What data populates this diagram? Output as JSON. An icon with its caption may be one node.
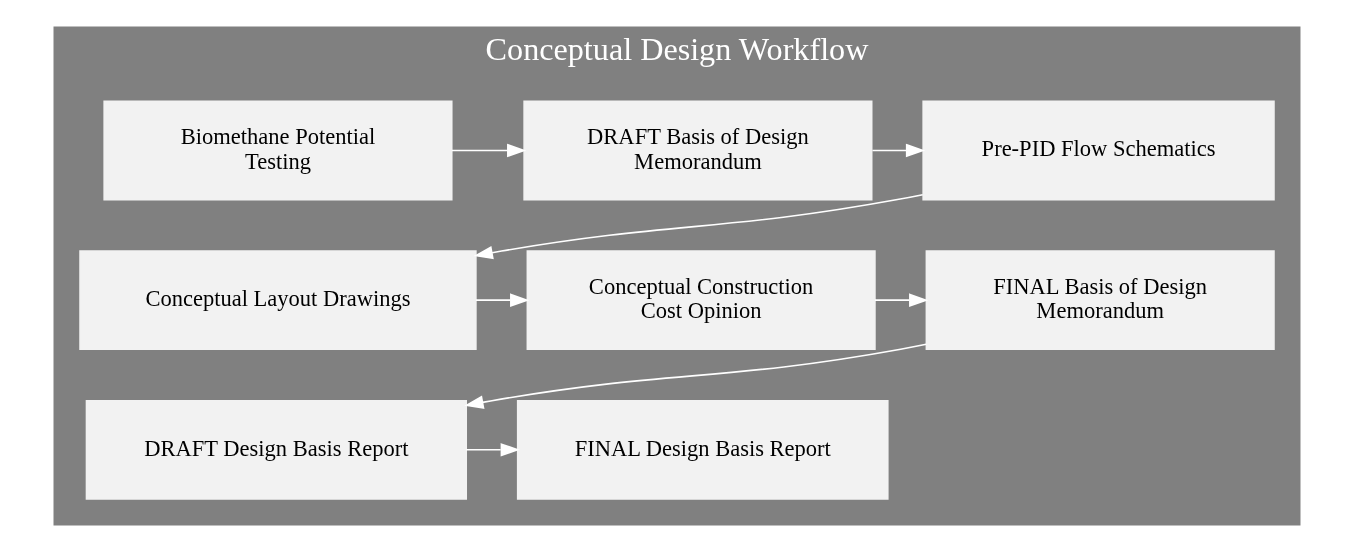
{
  "diagram": {
    "nodes": [
      {
        "text": [
          "Conceptual Design Workflow"
        ]
      },
      {
        "text": [
          "Biomethane Potential Testing"
        ],
        "in": 0
      },
      {
        "text": [
          "DRAFT Basis of Design Memorandum"
        ],
        "in": 0
      },
      {
        "text": [
          "Pre-PID Flow Schematics"
        ],
        "in": 0
      },
      {
        "text": [
          "Conceptual Layout Drawings"
        ],
        "in": 0
      },
      {
        "text": [
          "Conceptual Construction Cost Opinion"
        ],
        "in": 0
      },
      {
        "text": [
          "FINAL Basis of Design Memorandum"
        ],
        "in": 0
      },
      {
        "text": [
          "DRAFT Design Basis Report"
        ],
        "in": 0
      },
      {
        "text": [
          "FINAL Design Basis Report"
        ],
        "in": 0
      }
    ],
    "edges": [
      {
        "from": 1,
        "to": 2,
        "arrow": "to"
      },
      {
        "from": 2,
        "to": 3,
        "arrow": "to"
      },
      {
        "from": 3,
        "to": 4,
        "arrow": "to"
      },
      {
        "from": 4,
        "to": 5,
        "arrow": "to"
      },
      {
        "from": 5,
        "to": 6,
        "arrow": "to"
      },
      {
        "from": 6,
        "to": 7,
        "arrow": "to"
      },
      {
        "from": 7,
        "to": 8,
        "arrow": "to"
      }
    ]
  }
}
